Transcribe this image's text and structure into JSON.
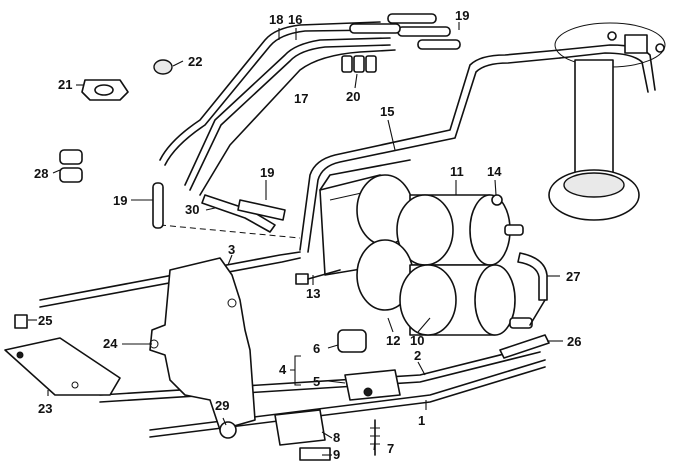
{
  "callouts": [
    {
      "id": "c1",
      "text": "1"
    },
    {
      "id": "c2",
      "text": "2"
    },
    {
      "id": "c3",
      "text": "3"
    },
    {
      "id": "c4",
      "text": "4"
    },
    {
      "id": "c5",
      "text": "5"
    },
    {
      "id": "c6",
      "text": "6"
    },
    {
      "id": "c7",
      "text": "7"
    },
    {
      "id": "c8",
      "text": "8"
    },
    {
      "id": "c9",
      "text": "9"
    },
    {
      "id": "c10",
      "text": "10"
    },
    {
      "id": "c11",
      "text": "11"
    },
    {
      "id": "c12",
      "text": "12"
    },
    {
      "id": "c13",
      "text": "13"
    },
    {
      "id": "c14",
      "text": "14"
    },
    {
      "id": "c15",
      "text": "15"
    },
    {
      "id": "c16",
      "text": "16"
    },
    {
      "id": "c17",
      "text": "17"
    },
    {
      "id": "c18",
      "text": "18"
    },
    {
      "id": "c19a",
      "text": "19"
    },
    {
      "id": "c19b",
      "text": "19"
    },
    {
      "id": "c19c",
      "text": "19"
    },
    {
      "id": "c20",
      "text": "20"
    },
    {
      "id": "c21",
      "text": "21"
    },
    {
      "id": "c22",
      "text": "22"
    },
    {
      "id": "c23",
      "text": "23"
    },
    {
      "id": "c24",
      "text": "24"
    },
    {
      "id": "c25",
      "text": "25"
    },
    {
      "id": "c26",
      "text": "26"
    },
    {
      "id": "c27",
      "text": "27"
    },
    {
      "id": "c28",
      "text": "28"
    },
    {
      "id": "c29",
      "text": "29"
    },
    {
      "id": "c30",
      "text": "30"
    }
  ],
  "colors": {
    "line": "#111111",
    "background": "#ffffff",
    "shade": "#e9e9e9"
  }
}
